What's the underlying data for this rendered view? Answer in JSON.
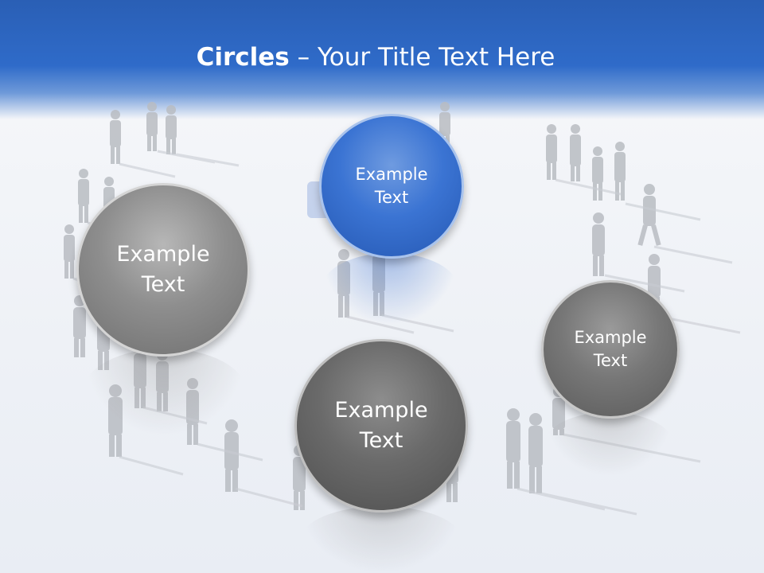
{
  "slide": {
    "title_bold": "Circles",
    "title_rest": " – Your Title Text Here"
  },
  "circles": [
    {
      "label": "Example\nText",
      "style": "grey-light"
    },
    {
      "label": "Example\nText",
      "style": "blue"
    },
    {
      "label": "Example\nText",
      "style": "grey-dark"
    },
    {
      "label": "Example\nText",
      "style": "grey-mid"
    }
  ],
  "colors": {
    "header_blue": "#2f6bc9",
    "circle_blue": "#3b74d3",
    "circle_grey": "#6a6a6a",
    "background": "#eef1f6"
  }
}
